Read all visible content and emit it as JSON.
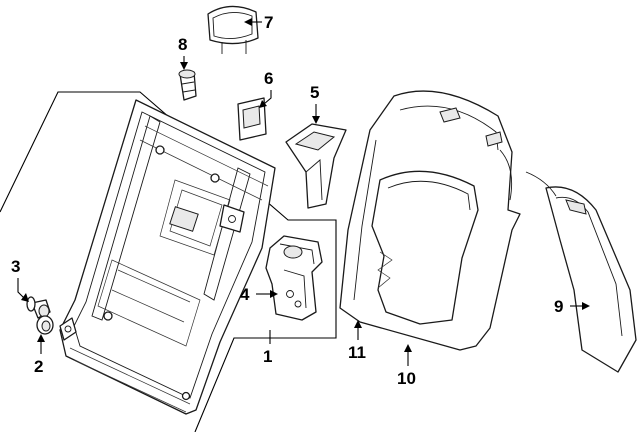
{
  "diagram": {
    "callouts": [
      {
        "id": "c1",
        "label": "1"
      },
      {
        "id": "c2",
        "label": "2"
      },
      {
        "id": "c3",
        "label": "3"
      },
      {
        "id": "c4",
        "label": "4"
      },
      {
        "id": "c5",
        "label": "5"
      },
      {
        "id": "c6",
        "label": "6"
      },
      {
        "id": "c7",
        "label": "7"
      },
      {
        "id": "c8",
        "label": "8"
      },
      {
        "id": "c9",
        "label": "9"
      },
      {
        "id": "c10",
        "label": "10"
      },
      {
        "id": "c11",
        "label": "11"
      }
    ],
    "parts": [
      {
        "callout": "1",
        "name": "seat-back-frame"
      },
      {
        "callout": "2",
        "name": "nut"
      },
      {
        "callout": "3",
        "name": "bushing"
      },
      {
        "callout": "4",
        "name": "latch-assembly"
      },
      {
        "callout": "5",
        "name": "headrest-guide-bezel"
      },
      {
        "callout": "6",
        "name": "headrest-guide"
      },
      {
        "callout": "7",
        "name": "headrest"
      },
      {
        "callout": "8",
        "name": "clip"
      },
      {
        "callout": "9",
        "name": "side-bolster-trim"
      },
      {
        "callout": "10",
        "name": "seat-back-cover"
      },
      {
        "callout": "11",
        "name": "seat-back-pad"
      }
    ]
  }
}
